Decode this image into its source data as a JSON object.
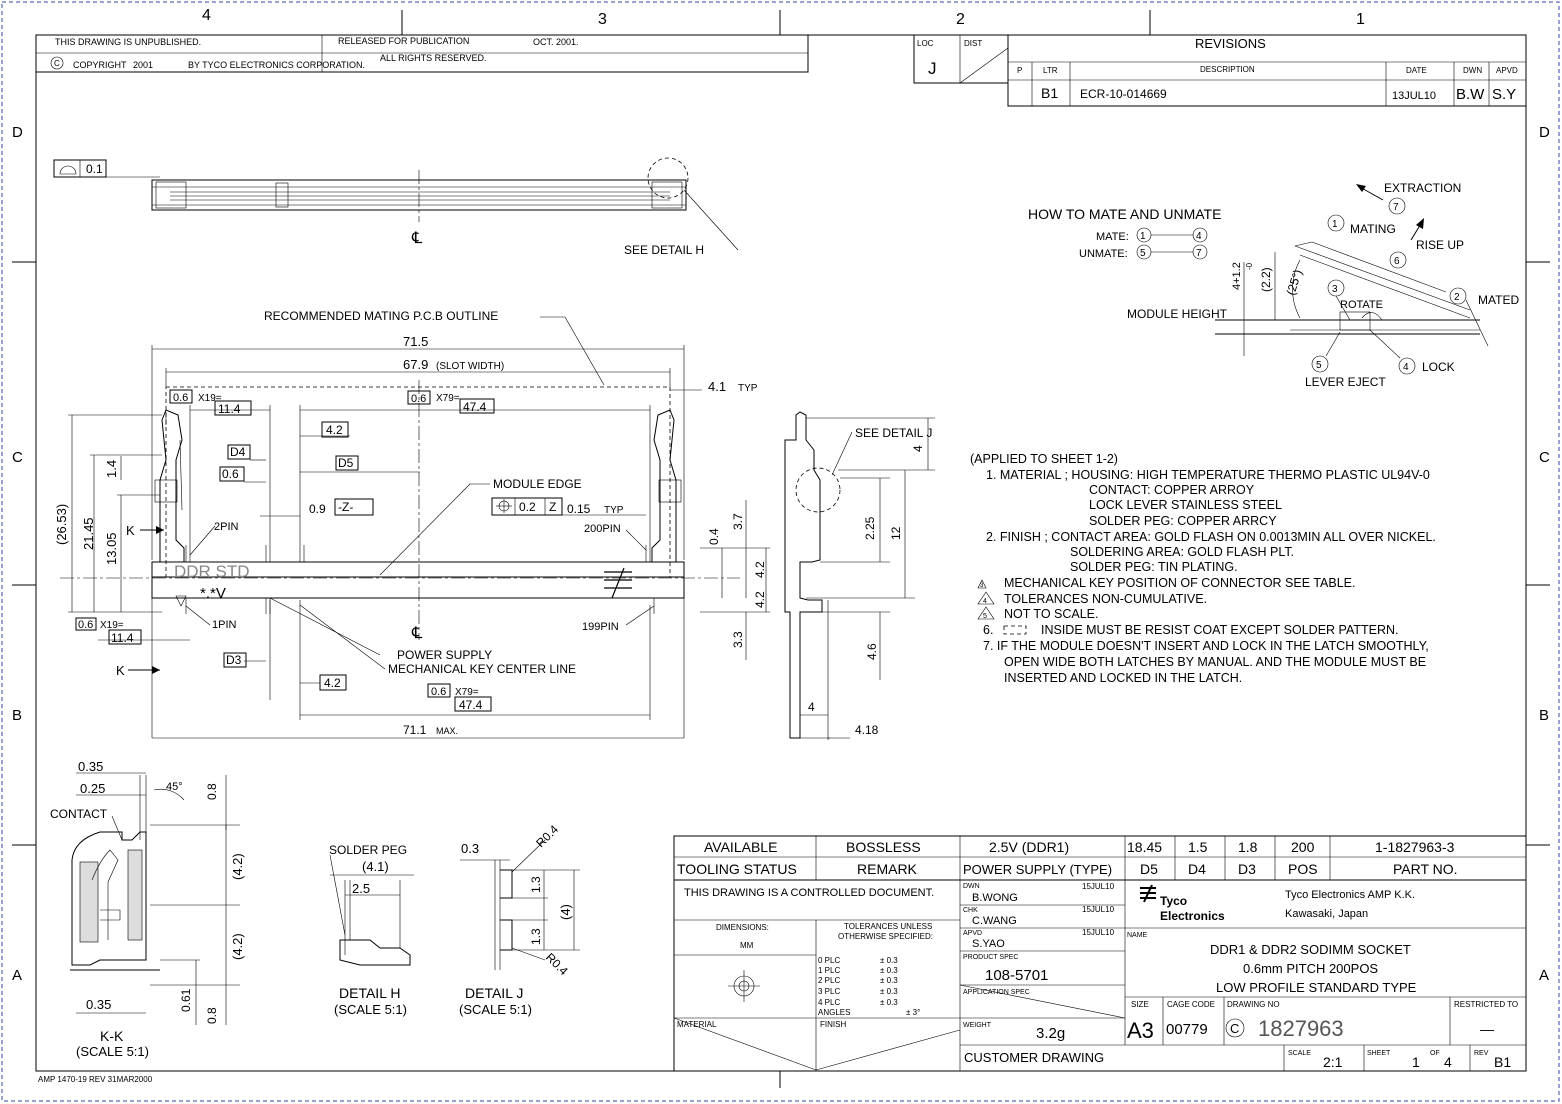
{
  "zones": {
    "top": [
      "4",
      "3",
      "2",
      "1"
    ],
    "side": [
      "D",
      "C",
      "B",
      "A"
    ]
  },
  "header": {
    "unpublished": "THIS DRAWING IS UNPUBLISHED.",
    "released": "RELEASED FOR PUBLICATION",
    "release_date": "OCT. 2001.",
    "copyright_symbol": "C",
    "copyright": "COPYRIGHT",
    "copyright_year": "2001",
    "copyright_by": "BY TYCO ELECTRONICS CORPORATION.",
    "rights": "ALL RIGHTS RESERVED.",
    "loc_label": "LOC",
    "loc_value": "J",
    "dist_label": "DIST"
  },
  "revisions": {
    "title": "REVISIONS",
    "headers": [
      "P",
      "LTR",
      "DESCRIPTION",
      "DATE",
      "DWN",
      "APVD"
    ],
    "rows": [
      {
        "p": "",
        "ltr": "B1",
        "description": "ECR-10-014669",
        "date": "13JUL10",
        "dwn": "B.W",
        "apvd": "S.Y"
      }
    ]
  },
  "top_view": {
    "flatness_value": "0.1",
    "centerline": "℄",
    "see_detail_h": "SEE DETAIL H"
  },
  "mate": {
    "title": "HOW TO MATE AND UNMATE",
    "mate_label": "MATE:",
    "mate_from": "1",
    "mate_to": "4",
    "unmate_label": "UNMATE:",
    "unmate_from": "5",
    "unmate_to": "7",
    "extraction": "EXTRACTION",
    "mating": "MATING",
    "rise_up": "RISE UP",
    "mated": "MATED",
    "rotate": "ROTATE",
    "lock": "LOCK",
    "lever_eject": "LEVER EJECT",
    "module_height": "MODULE HEIGHT",
    "dim_height": "4+1.2",
    "dim_height_tol": "-0",
    "dim_22": "(2.2)",
    "dim_angle": "(25°)",
    "n1": "1",
    "n2": "2",
    "n3": "3",
    "n4": "4",
    "n5": "5",
    "n6": "6",
    "n7": "7"
  },
  "main_view": {
    "recommended": "RECOMMENDED MATING P.C.B OUTLINE",
    "dim_715": "71.5",
    "dim_679": "67.9",
    "slot_width": "(SLOT WIDTH)",
    "dim_41": "4.1",
    "typ": "TYP",
    "dim_06": "0.6",
    "x19": "X19=",
    "x79": "X79=",
    "dim_114": "11.4",
    "dim_474": "47.4",
    "dim_42": "4.2",
    "d4": "D4",
    "d5": "D5",
    "d3": "D3",
    "dim_09": "0.9",
    "datum_z": "-Z-",
    "module_edge": "MODULE EDGE",
    "tol_pos_value": "0.2",
    "tol_pos_datum": "Z",
    "dim_015": "0.15",
    "pin2": "2PIN",
    "pin200": "200PIN",
    "pin1": "1PIN",
    "pin199": "199PIN",
    "ddr_std": "DDR STD",
    "key_mark": "*.*V",
    "centerline": "℄",
    "power_supply": "POWER SUPPLY",
    "key_center": "MECHANICAL KEY CENTER LINE",
    "dim_711": "71.1",
    "max": "MAX.",
    "dim_2653": "(26.53)",
    "dim_2145": "21.45",
    "dim_1305": "13.05",
    "dim_14": "1.4",
    "section_k": "K",
    "dim_04": "0.4",
    "dim_37": "3.7",
    "dim_33": "3.3",
    "dim_42v": "4.2"
  },
  "side_view": {
    "see_detail_j": "SEE DETAIL J",
    "dim_4": "4",
    "dim_225": "2.25",
    "dim_12": "12",
    "dim_46": "4.6",
    "dim_4b": "4",
    "dim_418": "4.18"
  },
  "notes": {
    "applied": "(APPLIED TO SHEET 1-2)",
    "n1": "1. MATERIAL ; HOUSING: HIGH TEMPERATURE THERMO PLASTIC UL94V-0",
    "n1b": "CONTACT: COPPER ARROY",
    "n1c": "LOCK LEVER STAINLESS STEEL",
    "n1d": "SOLDER PEG: COPPER ARRCY",
    "n2": "2. FINISH ; CONTACT AREA: GOLD FLASH ON 0.0013MIN ALL OVER NICKEL.",
    "n2b": "SOLDERING AREA: GOLD FLASH PLT.",
    "n2c": "SOLDER PEG: TIN PLATING.",
    "n3_num": "3",
    "n3": "MECHANICAL KEY POSITION OF CONNECTOR SEE TABLE.",
    "n4_num": "4",
    "n4": "TOLERANCES NON-CUMULATIVE.",
    "n5_num": "5",
    "n5": "NOT TO SCALE.",
    "n6": "6.",
    "n6b": "INSIDE MUST BE RESIST COAT EXCEPT SOLDER PATTERN.",
    "n7": "7. IF THE MODULE DOESN'T INSERT AND LOCK IN THE LATCH SMOOTHLY,",
    "n7b": "OPEN WIDE BOTH LATCHES BY MANUAL. AND THE MODULE MUST BE",
    "n7c": "INSERTED AND LOCKED IN THE LATCH."
  },
  "section_kk": {
    "dim_035": "0.35",
    "dim_025": "0.25",
    "angle": "45°",
    "dim_08": "0.8",
    "contact": "CONTACT",
    "dim_42a": "(4.2)",
    "dim_42b": "(4.2)",
    "dim_035b": "0.35",
    "dim_061": "0.61",
    "dim_08b": "0.8",
    "title": "K-K",
    "scale": "(SCALE 5:1)"
  },
  "detail_h": {
    "solder_peg": "SOLDER PEG",
    "dim_41": "(4.1)",
    "dim_25": "2.5",
    "title": "DETAIL H",
    "scale": "(SCALE 5:1)"
  },
  "detail_j": {
    "dim_03": "0.3",
    "r04": "R0.4",
    "r04b": "R0.4",
    "dim_13a": "1.3",
    "dim_13b": "1.3",
    "dim_4": "(4)",
    "title": "DETAIL J",
    "scale": "(SCALE 5:1)"
  },
  "config_table": {
    "row1": [
      "AVAILABLE",
      "BOSSLESS",
      "2.5V (DDR1)",
      "18.45",
      "1.5",
      "1.8",
      "200",
      "1-1827963-3"
    ],
    "row2": [
      "TOOLING STATUS",
      "REMARK",
      "POWER SUPPLY (TYPE)",
      "D5",
      "D4",
      "D3",
      "POS",
      "PART NO."
    ]
  },
  "title_block": {
    "controlled": "THIS DRAWING IS A CONTROLLED DOCUMENT.",
    "dimensions_label": "DIMENSIONS:",
    "dimensions_unit": "MM",
    "tolerances_label": "TOLERANCES UNLESS",
    "tolerances_label2": "OTHERWISE SPECIFIED:",
    "tol_rows": [
      {
        "plc": "0 PLC",
        "val": "± 0.3"
      },
      {
        "plc": "1 PLC",
        "val": "± 0.3"
      },
      {
        "plc": "2 PLC",
        "val": "± 0.3"
      },
      {
        "plc": "3 PLC",
        "val": "± 0.3"
      },
      {
        "plc": "4 PLC",
        "val": "± 0.3"
      }
    ],
    "angles": "ANGLES",
    "angles_val": "± 3°",
    "material": "MATERIAL",
    "finish": "FINISH",
    "dwn_label": "DWN",
    "dwn_name": "B.WONG",
    "dwn_date": "15JUL10",
    "chk_label": "CHK",
    "chk_name": "C.WANG",
    "chk_date": "15JUL10",
    "apvd_label": "APVD",
    "apvd_name": "S.YAO",
    "apvd_date": "15JUL10",
    "product_spec_label": "PRODUCT SPEC",
    "product_spec": "108-5701",
    "application_spec_label": "APPLICATION SPEC",
    "weight_label": "WEIGHT",
    "weight": "3.2g",
    "customer_drawing": "CUSTOMER DRAWING",
    "logo_line1": "Tyco",
    "logo_line2": "Electronics",
    "company": "Tyco Electronics AMP K.K.",
    "location": "Kawasaki, Japan",
    "name_label": "NAME",
    "name1": "DDR1 & DDR2 SODIMM SOCKET",
    "name2": "0.6mm PITCH 200POS",
    "name3": "LOW PROFILE STANDARD TYPE",
    "size_label": "SIZE",
    "size": "A3",
    "cage_label": "CAGE CODE",
    "cage": "00779",
    "drawing_no_label": "DRAWING NO",
    "drawing_prefix": "C",
    "drawing_no": "1827963",
    "restricted_label": "RESTRICTED TO",
    "restricted": "—",
    "scale_label": "SCALE",
    "scale": "2:1",
    "sheet_label": "SHEET",
    "sheet": "1",
    "of_label": "OF",
    "of": "4",
    "rev_label": "REV",
    "rev": "B1"
  },
  "footer": "AMP 1470-19 REV 31MAR2000"
}
